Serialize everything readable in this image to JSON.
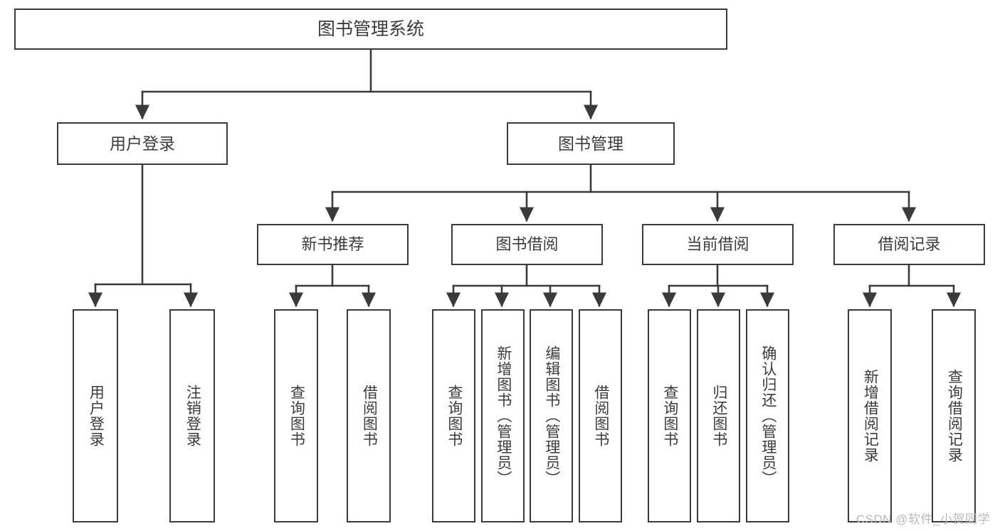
{
  "diagram": {
    "type": "tree",
    "title": "图书管理系统",
    "orientation": "top-down",
    "background_color": "#ffffff",
    "border_color": "#3a3a3a",
    "text_color": "#3b3b3b",
    "root": {
      "label": "图书管理系统",
      "level": 0
    },
    "level1": [
      {
        "label": "用户登录",
        "level": 1
      },
      {
        "label": "图书管理",
        "level": 1
      }
    ],
    "level2": [
      {
        "label": "新书推荐",
        "level": 2,
        "parent": "图书管理"
      },
      {
        "label": "图书借阅",
        "level": 2,
        "parent": "图书管理"
      },
      {
        "label": "当前借阅",
        "level": 2,
        "parent": "图书管理"
      },
      {
        "label": "借阅记录",
        "level": 2,
        "parent": "图书管理"
      }
    ],
    "leaves": [
      {
        "label": "用户登录",
        "parent": "用户登录",
        "group": "user-login"
      },
      {
        "label": "注销登录",
        "parent": "用户登录",
        "group": "user-login"
      },
      {
        "label": "查询图书",
        "parent": "新书推荐",
        "group": "new-book"
      },
      {
        "label": "借阅图书",
        "parent": "新书推荐",
        "group": "new-book"
      },
      {
        "label": "查询图书",
        "parent": "图书借阅",
        "group": "borrow"
      },
      {
        "label": "新增图书（管理员）",
        "parent": "图书借阅",
        "group": "borrow"
      },
      {
        "label": "编辑图书（管理员）",
        "parent": "图书借阅",
        "group": "borrow"
      },
      {
        "label": "借阅图书",
        "parent": "图书借阅",
        "group": "borrow"
      },
      {
        "label": "查询图书",
        "parent": "当前借阅",
        "group": "current"
      },
      {
        "label": "归还图书",
        "parent": "当前借阅",
        "group": "current"
      },
      {
        "label": "确认归还（管理员）",
        "parent": "当前借阅",
        "group": "current"
      },
      {
        "label": "新增借阅记录",
        "parent": "借阅记录",
        "group": "record"
      },
      {
        "label": "查询借阅记录",
        "parent": "借阅记录",
        "group": "record"
      }
    ]
  },
  "watermark": {
    "text": "CSDN @软件_小贺同学"
  }
}
